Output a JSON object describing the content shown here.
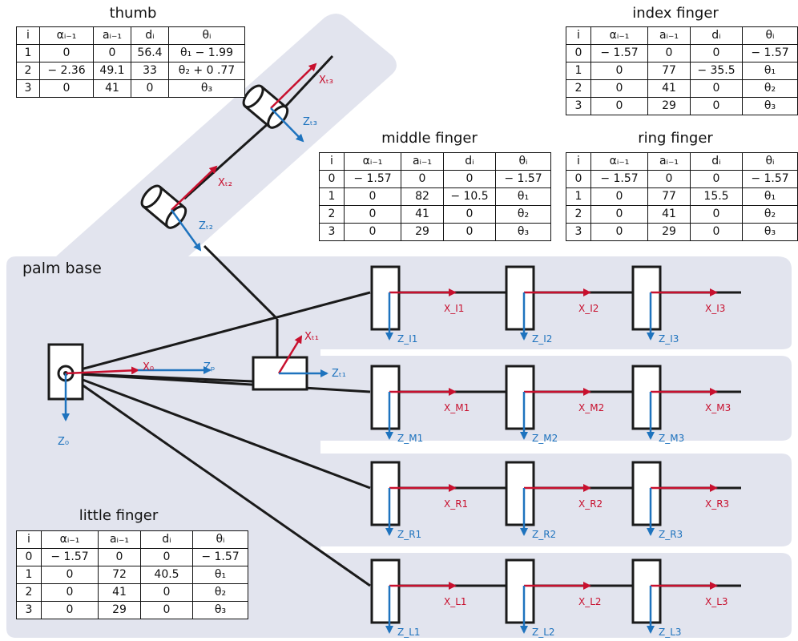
{
  "colors": {
    "background_panel": "#e2e4ee",
    "x_axis": "#c8102e",
    "z_axis": "#1e73be",
    "link": "#1a1a1a"
  },
  "palm_label": "palm base",
  "base_axes": {
    "x0": "X₀",
    "zp": "Zₚ",
    "z0": "Z₀"
  },
  "thumb_axes": {
    "xt1": "Xₜ₁",
    "zt1": "Zₜ₁",
    "xt2": "Xₜ₂",
    "zt2": "Zₜ₂",
    "xt3": "Xₜ₃",
    "zt3": "Zₜ₃"
  },
  "finger_axes": [
    {
      "key": "index",
      "x": [
        "X_I1",
        "X_I2",
        "X_I3"
      ],
      "z": [
        "Z_I1",
        "Z_I2",
        "Z_I3"
      ]
    },
    {
      "key": "middle",
      "x": [
        "X_M1",
        "X_M2",
        "X_M3"
      ],
      "z": [
        "Z_M1",
        "Z_M2",
        "Z_M3"
      ]
    },
    {
      "key": "ring",
      "x": [
        "X_R1",
        "X_R2",
        "X_R3"
      ],
      "z": [
        "Z_R1",
        "Z_R2",
        "Z_R3"
      ]
    },
    {
      "key": "little",
      "x": [
        "X_L1",
        "X_L2",
        "X_L3"
      ],
      "z": [
        "Z_L1",
        "Z_L2",
        "Z_L3"
      ]
    }
  ],
  "tables": {
    "thumb": {
      "title": "thumb",
      "header": [
        "i",
        "αᵢ₋₁",
        "aᵢ₋₁",
        "dᵢ",
        "θᵢ"
      ],
      "rows": [
        [
          "1",
          "0",
          "0",
          "56.4",
          "θ₁ − 1.99"
        ],
        [
          "2",
          "− 2.36",
          "49.1",
          "33",
          "θ₂ + 0 .77"
        ],
        [
          "3",
          "0",
          "41",
          "0",
          "θ₃"
        ]
      ]
    },
    "index": {
      "title": "index finger",
      "header": [
        "i",
        "αᵢ₋₁",
        "aᵢ₋₁",
        "dᵢ",
        "θᵢ"
      ],
      "rows": [
        [
          "0",
          "− 1.57",
          "0",
          "0",
          "− 1.57"
        ],
        [
          "1",
          "0",
          "77",
          "− 35.5",
          "θ₁"
        ],
        [
          "2",
          "0",
          "41",
          "0",
          "θ₂"
        ],
        [
          "3",
          "0",
          "29",
          "0",
          "θ₃"
        ]
      ]
    },
    "middle": {
      "title": "middle finger",
      "header": [
        "i",
        "αᵢ₋₁",
        "aᵢ₋₁",
        "dᵢ",
        "θᵢ"
      ],
      "rows": [
        [
          "0",
          "− 1.57",
          "0",
          "0",
          "− 1.57"
        ],
        [
          "1",
          "0",
          "82",
          "− 10.5",
          "θ₁"
        ],
        [
          "2",
          "0",
          "41",
          "0",
          "θ₂"
        ],
        [
          "3",
          "0",
          "29",
          "0",
          "θ₃"
        ]
      ]
    },
    "ring": {
      "title": "ring finger",
      "header": [
        "i",
        "αᵢ₋₁",
        "aᵢ₋₁",
        "dᵢ",
        "θᵢ"
      ],
      "rows": [
        [
          "0",
          "− 1.57",
          "0",
          "0",
          "− 1.57"
        ],
        [
          "1",
          "0",
          "77",
          "15.5",
          "θ₁"
        ],
        [
          "2",
          "0",
          "41",
          "0",
          "θ₂"
        ],
        [
          "3",
          "0",
          "29",
          "0",
          "θ₃"
        ]
      ]
    },
    "little": {
      "title": "little finger",
      "header": [
        "i",
        "αᵢ₋₁",
        "aᵢ₋₁",
        "dᵢ",
        "θᵢ"
      ],
      "rows": [
        [
          "0",
          "− 1.57",
          "0",
          "0",
          "− 1.57"
        ],
        [
          "1",
          "0",
          "72",
          "40.5",
          "θ₁"
        ],
        [
          "2",
          "0",
          "41",
          "0",
          "θ₂"
        ],
        [
          "3",
          "0",
          "29",
          "0",
          "θ₃"
        ]
      ]
    }
  }
}
